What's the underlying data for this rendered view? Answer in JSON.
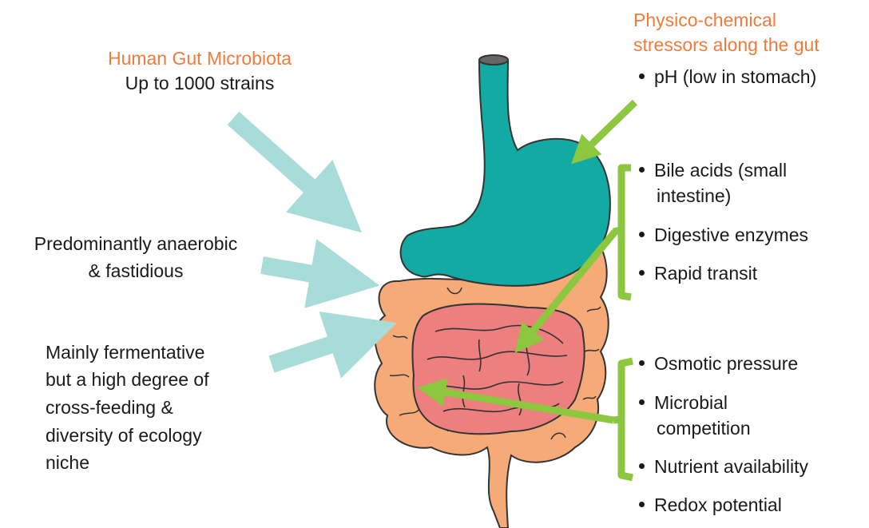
{
  "left": {
    "microbiota_title": "Human Gut Microbiota",
    "strains": "Up to 1000 strains",
    "anaerobic": [
      "Predominantly anaerobic",
      "& fastidious"
    ],
    "fermentative": [
      "Mainly fermentative",
      "but a high degree of",
      "cross-feeding &",
      "diversity of ecology",
      "niche"
    ]
  },
  "right": {
    "stressors_title": [
      "Physico-chemical",
      "stressors along the gut"
    ],
    "ph": "pH (low in stomach)",
    "group1": {
      "bile": [
        "Bile acids (small",
        "intestine)"
      ],
      "enzymes": "Digestive enzymes",
      "transit": "Rapid transit"
    },
    "group2": {
      "osmotic": "Osmotic pressure",
      "microbial": [
        "Microbial",
        "competition"
      ],
      "nutrient": "Nutrient availability"
    },
    "redox": "Redox potential"
  },
  "colors": {
    "title_orange": "#f07b3c",
    "stomach_teal": "#12aaa2",
    "colon_peach": "#f5aa78",
    "small_intestine_pink": "#ee7f7f",
    "arrow_light_blue": "#a8dcd9",
    "arrow_green": "#8dc63f"
  }
}
